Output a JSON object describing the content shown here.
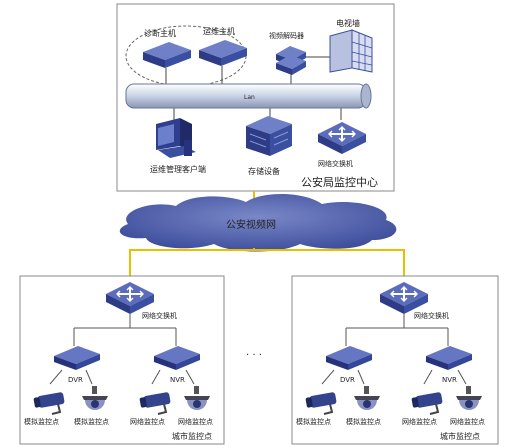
{
  "center": {
    "diagnostic_host": "诊断主机",
    "ops_host": "运维主机",
    "video_decoder": "视频解码器",
    "video_wall": "电视墙",
    "lan": "Lan",
    "ops_client": "运维管理客户端",
    "storage": "存储设备",
    "switch": "网络交换机",
    "title": "公安局监控中心"
  },
  "cloud": {
    "label": "公安视频网"
  },
  "ellipsis": "· · ·",
  "sites": [
    {
      "switch": "网络交换机",
      "dvr": "DVR",
      "nvr": "NVR",
      "points": [
        "模拟监控点",
        "模拟监控点",
        "网络监控点",
        "网络监控点"
      ],
      "title": "城市监控点"
    },
    {
      "switch": "网络交换机",
      "dvr": "DVR",
      "nvr": "NVR",
      "points": [
        "模拟监控点",
        "模拟监控点",
        "网络监控点",
        "网络监控点"
      ],
      "title": "城市监控点"
    }
  ],
  "colors": {
    "device_blue": "#3b4fa0",
    "device_dark": "#28357a",
    "link_yellow": "#e8c000",
    "title_red": "#e03020",
    "cloud": "#5262b0"
  }
}
